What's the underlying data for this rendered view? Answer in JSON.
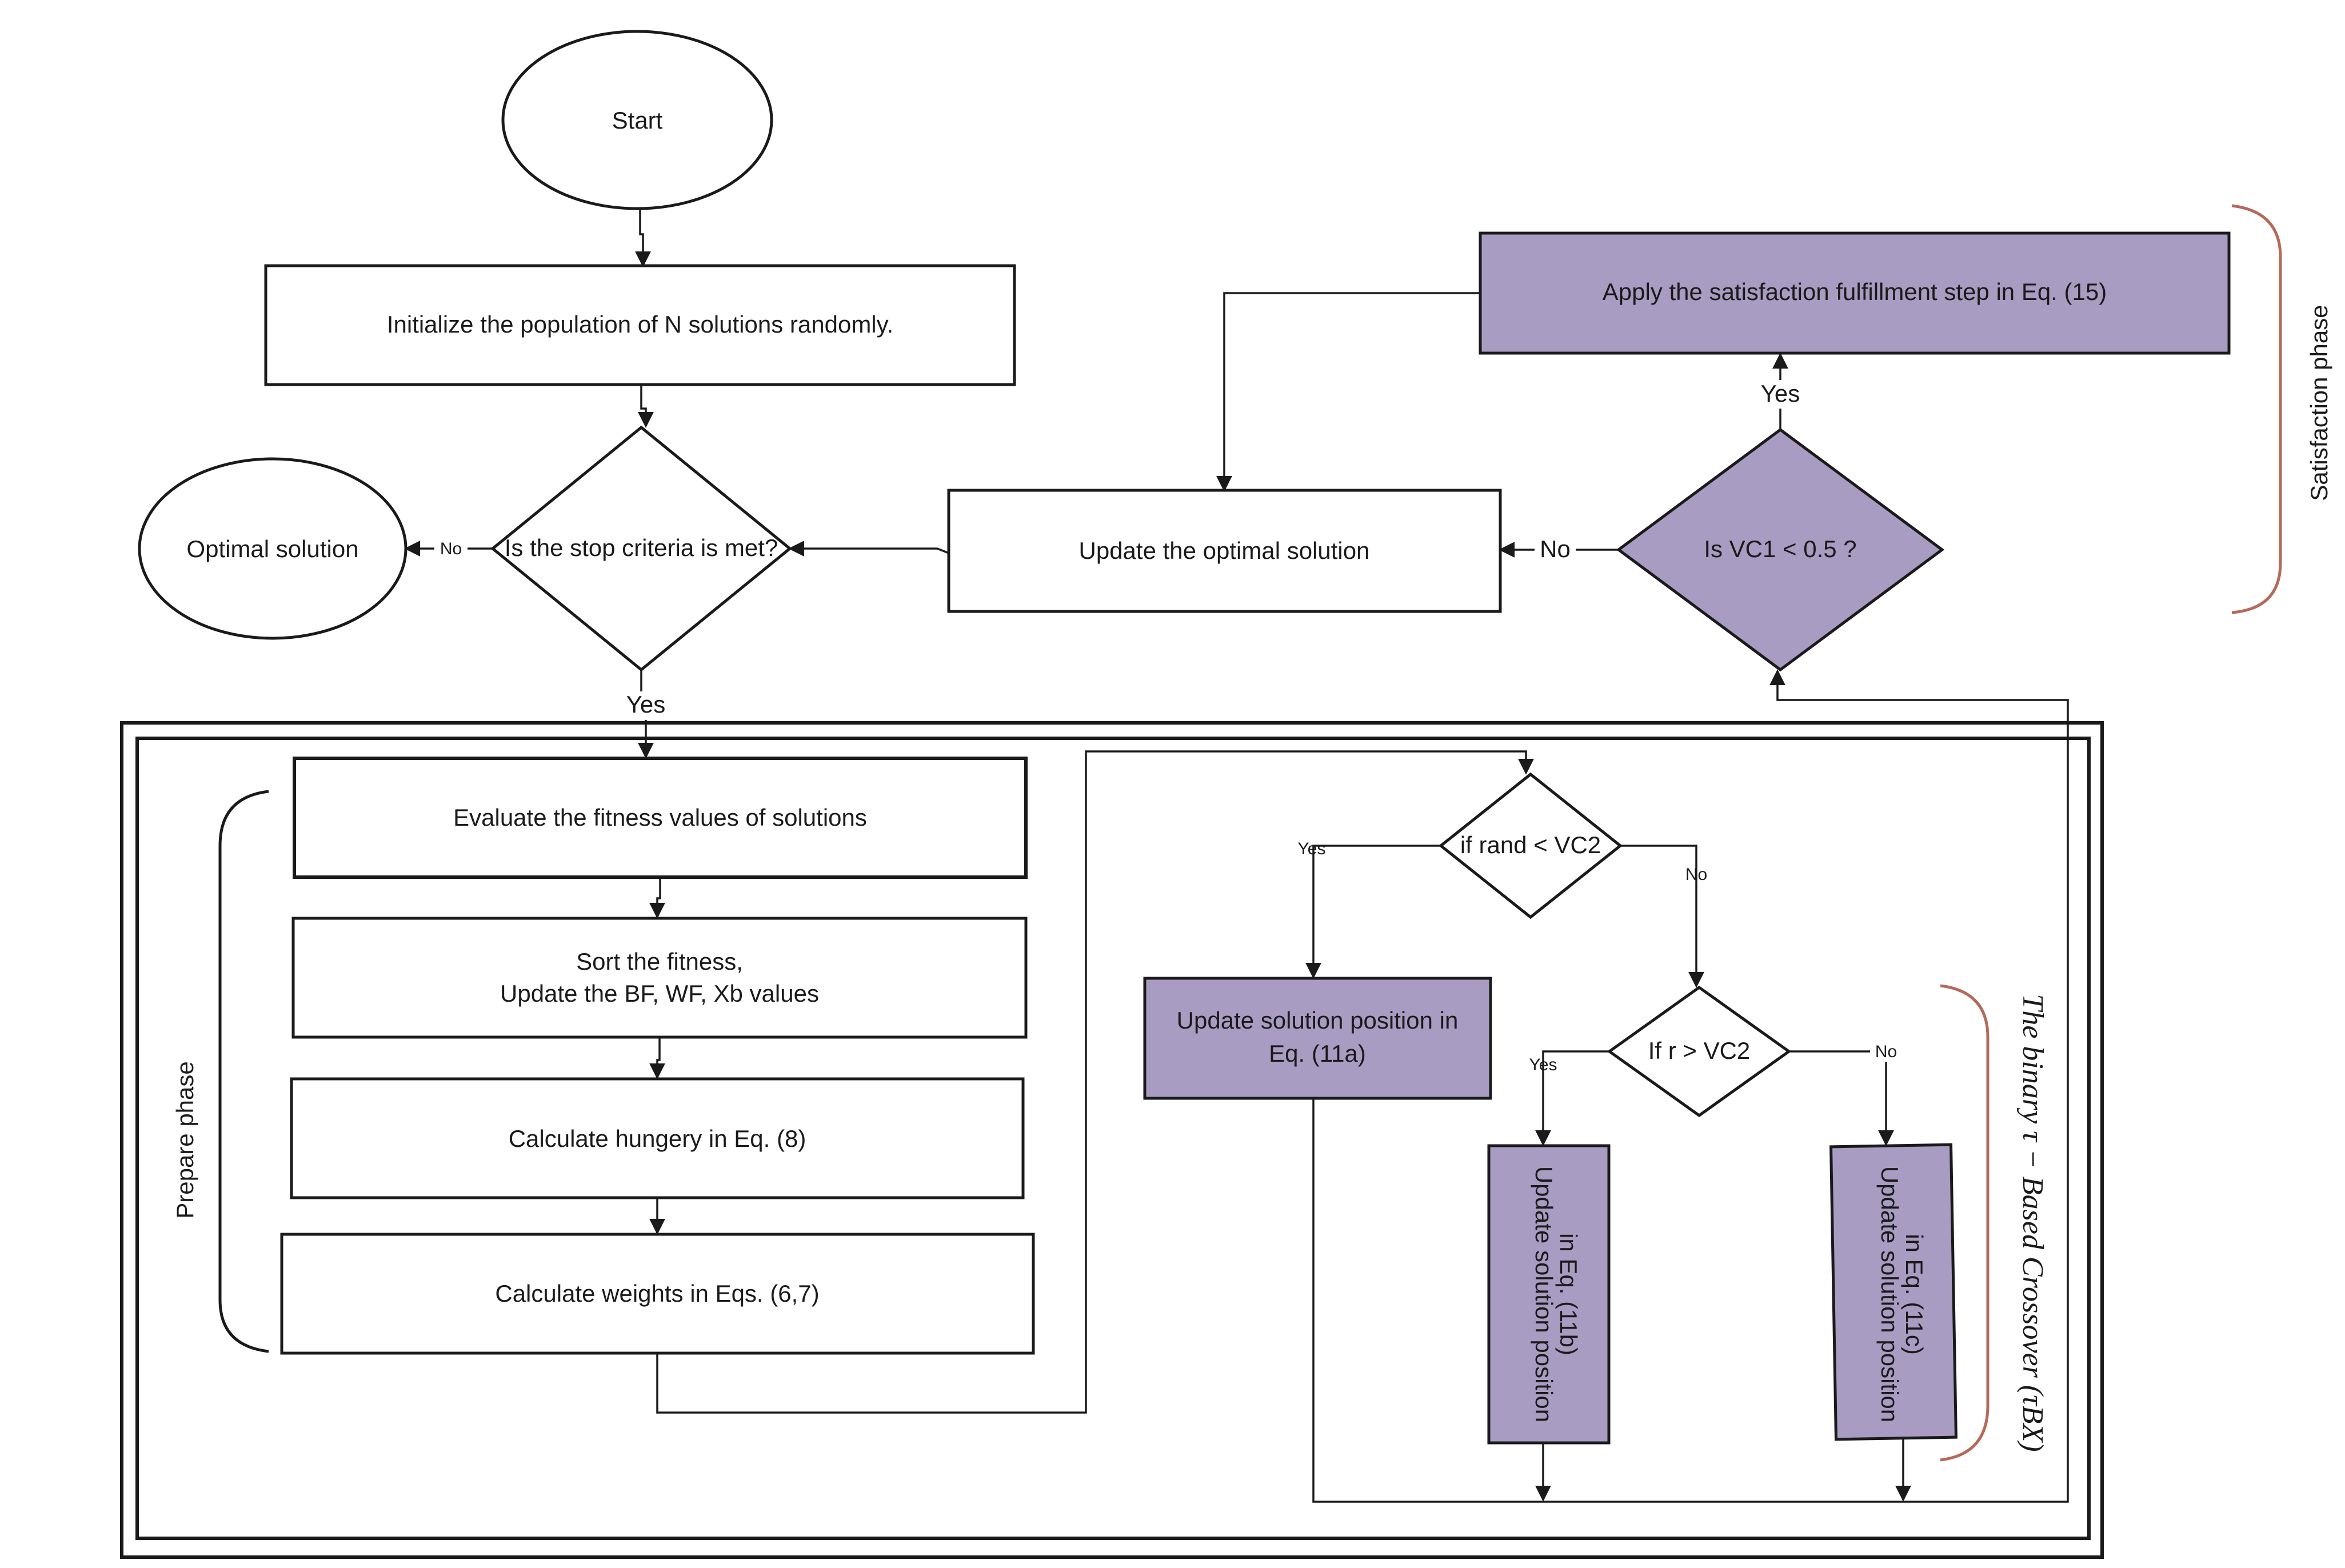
{
  "colors": {
    "process_fill": "#a89cc2",
    "stroke": "#1a1a1a",
    "brace": "#b36a5a",
    "background": "#ffffff"
  },
  "nodes": {
    "start": "Start",
    "init": "Initialize the population of N solutions randomly.",
    "stop_check": "Is the stop criteria is met?",
    "optimal": "Optimal solution",
    "update_optimal": "Update the optimal solution",
    "vc1_check": "Is VC1 < 0.5 ?",
    "satisfaction_step": "Apply the satisfaction fulfillment step in Eq. (15)",
    "evaluate": "Evaluate the fitness values of solutions",
    "sort_line1": "Sort the fitness,",
    "sort_line2": "Update the BF, WF, Xb values",
    "hungery": "Calculate hungery in Eq. (8)",
    "weights": "Calculate weights in Eqs. (6,7)",
    "rand_check": "if rand  < VC2",
    "r_check": "If r  > VC2",
    "update_11a_line1": "Update solution position in",
    "update_11a_line2": "Eq. (11a)",
    "update_11b_line1": "Update solution position",
    "update_11b_line2": "in Eq. (11b)",
    "update_11c_line1": "Update solution position",
    "update_11c_line2": "in Eq. (11c)"
  },
  "edge_labels": {
    "yes": "Yes",
    "no": "No"
  },
  "phases": {
    "satisfaction": "Satisfaction phase",
    "prepare": "Prepare phase",
    "crossover": "The binary τ − Based Crossover (τBX)"
  }
}
